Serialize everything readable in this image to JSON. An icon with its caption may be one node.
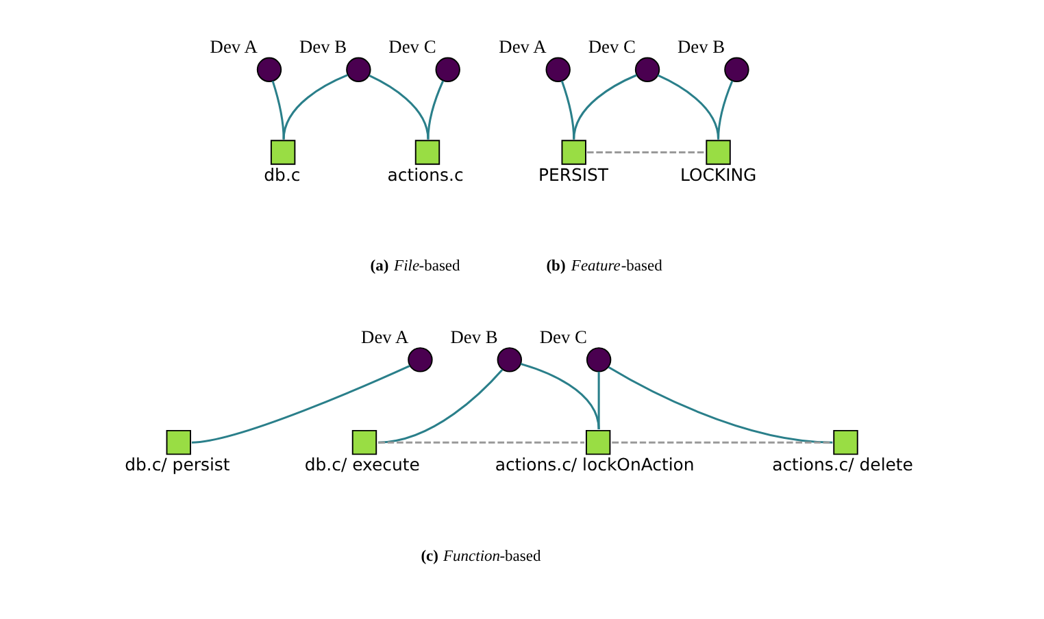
{
  "diagram": {
    "nodes": [
      {
        "text": [
          "Dev A"
        ]
      },
      {
        "text": [
          "Dev B"
        ]
      },
      {
        "text": [
          "Dev C"
        ]
      },
      {
        "text": [
          "db.c"
        ]
      },
      {
        "text": [
          "actions.c"
        ]
      },
      {
        "text": [
          "Dev A"
        ]
      },
      {
        "text": [
          "Dev B"
        ]
      },
      {
        "text": [
          "Dev C"
        ]
      },
      {
        "text": [
          "PERSIST"
        ]
      },
      {
        "text": [
          "LOCKING"
        ]
      },
      {
        "text": [
          "Dev A"
        ]
      },
      {
        "text": [
          "Dev B"
        ]
      },
      {
        "text": [
          "Dev C"
        ]
      },
      {
        "text": [
          "db.c/ persist"
        ]
      },
      {
        "text": [
          "db.c/ execute"
        ]
      },
      {
        "text": [
          "actions.c/ lockOnAction"
        ]
      },
      {
        "text": [
          "actions.c/ delete"
        ]
      }
    ],
    "edges": [
      {
        "from": 0,
        "to": 3,
        "arrow": "none"
      },
      {
        "from": 3,
        "to": 1,
        "arrow": "none"
      },
      {
        "from": 1,
        "to": 4,
        "arrow": "none"
      },
      {
        "from": 4,
        "to": 2,
        "arrow": "none"
      },
      {
        "from": 5,
        "to": 8,
        "arrow": "none"
      },
      {
        "from": 7,
        "to": 8,
        "arrow": "none"
      },
      {
        "from": 6,
        "to": 9,
        "arrow": "none"
      },
      {
        "from": 7,
        "to": 9,
        "arrow": "none"
      },
      {
        "from": 8,
        "to": 9,
        "arrow": "none",
        "style": "dashed",
        "color": "#999999"
      },
      {
        "from": 10,
        "to": 13,
        "arrow": "none"
      },
      {
        "from": 11,
        "to": 14,
        "arrow": "none"
      },
      {
        "from": 11,
        "to": 15,
        "arrow": "none"
      },
      {
        "from": 12,
        "to": 15,
        "arrow": "none"
      },
      {
        "from": 12,
        "to": 16,
        "arrow": "none"
      },
      {
        "from": 14,
        "to": 15,
        "arrow": "none",
        "style": "dashed",
        "color": "#999999"
      },
      {
        "from": 15,
        "to": 16,
        "arrow": "none",
        "style": "dashed",
        "color": "#999999"
      }
    ],
    "labels": [
      "**(a)** *File*-based",
      "**(b)** *Feature*-based",
      "**(c)** *Function*-based"
    ]
  }
}
